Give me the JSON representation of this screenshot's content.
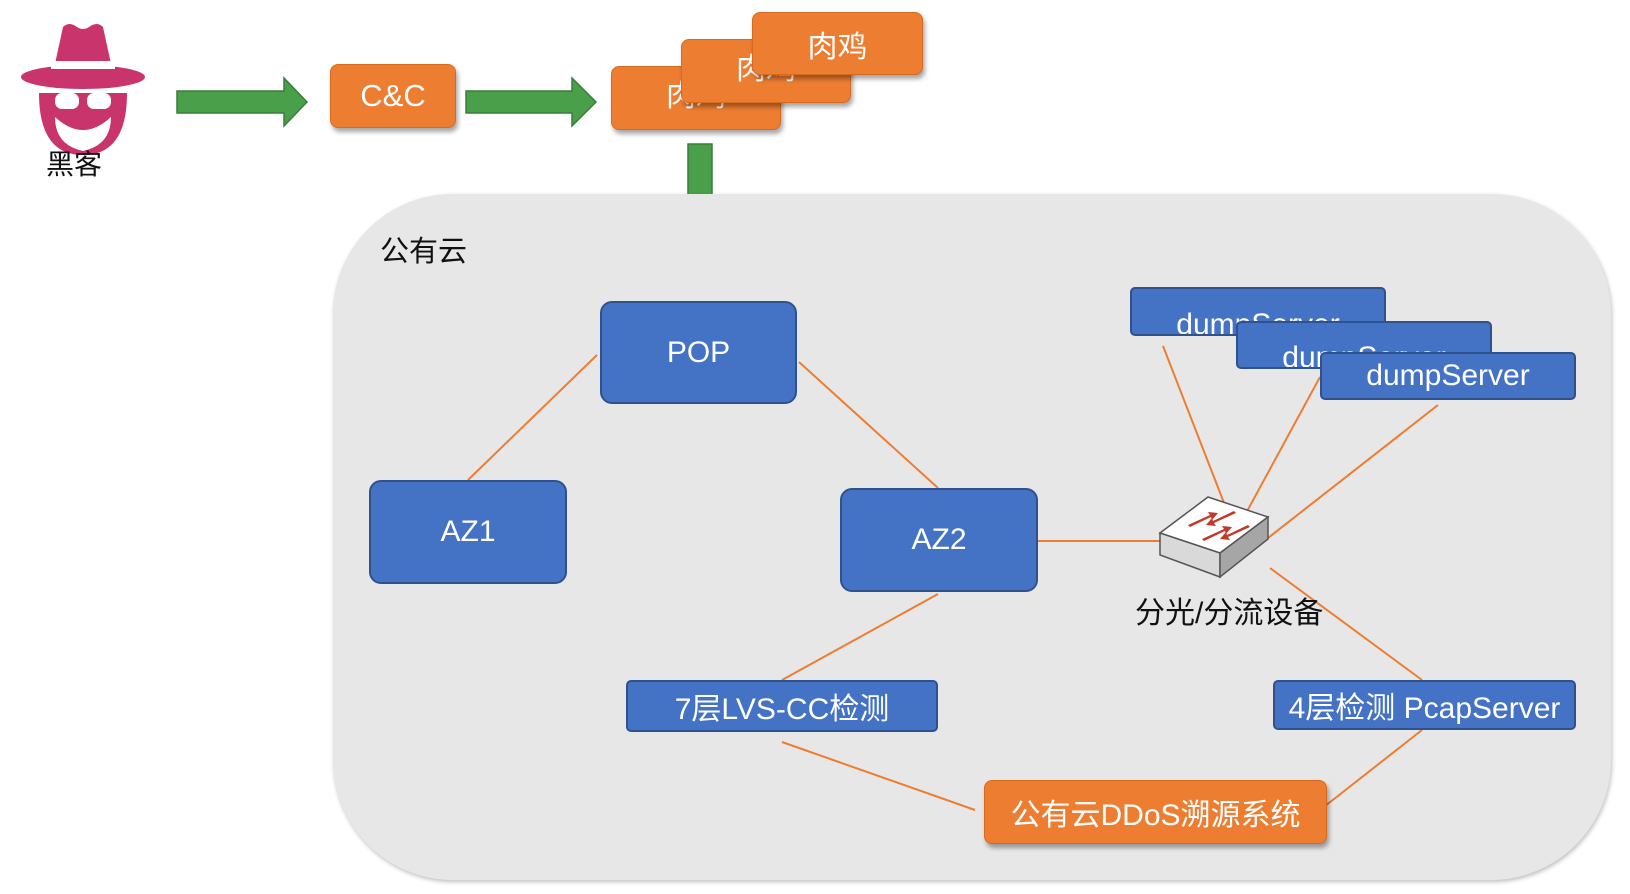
{
  "hacker": {
    "label": "黑客",
    "icon": "spy-icon",
    "color": "#c9346c"
  },
  "cnc": {
    "label": "C&C"
  },
  "bots": [
    {
      "label": "肉鸡"
    },
    {
      "label": "肉鸡"
    },
    {
      "label": "肉鸡"
    }
  ],
  "cloud": {
    "label": "公有云"
  },
  "nodes": {
    "pop": "POP",
    "az1": "AZ1",
    "az2": "AZ2",
    "lvs": "7层LVS-CC检测",
    "pcap": "4层检测 PcapServer",
    "traceback": "公有云DDoS溯源系统"
  },
  "dump_servers": [
    {
      "label": "dumpServer"
    },
    {
      "label": "dumpServer"
    },
    {
      "label": "dumpServer"
    }
  ],
  "switch": {
    "label": "分光/分流设备",
    "icon": "network-switch-icon"
  },
  "colors": {
    "blue": "#4472c4",
    "orange": "#ed7d31",
    "arrow_green": "#4aa04a",
    "line_orange": "#ed7d31",
    "cloud_gray": "#e7e7e7"
  }
}
